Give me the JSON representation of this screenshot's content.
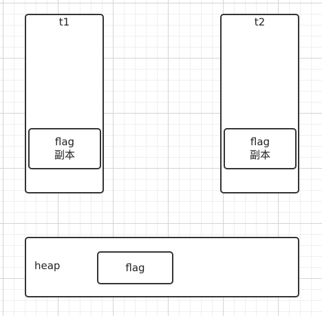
{
  "threads": [
    {
      "title": "t1",
      "copy": {
        "line1": "flag",
        "line2": "副本"
      }
    },
    {
      "title": "t2",
      "copy": {
        "line1": "flag",
        "line2": "副本"
      }
    }
  ],
  "heap": {
    "label": "heap",
    "flag": "flag"
  }
}
